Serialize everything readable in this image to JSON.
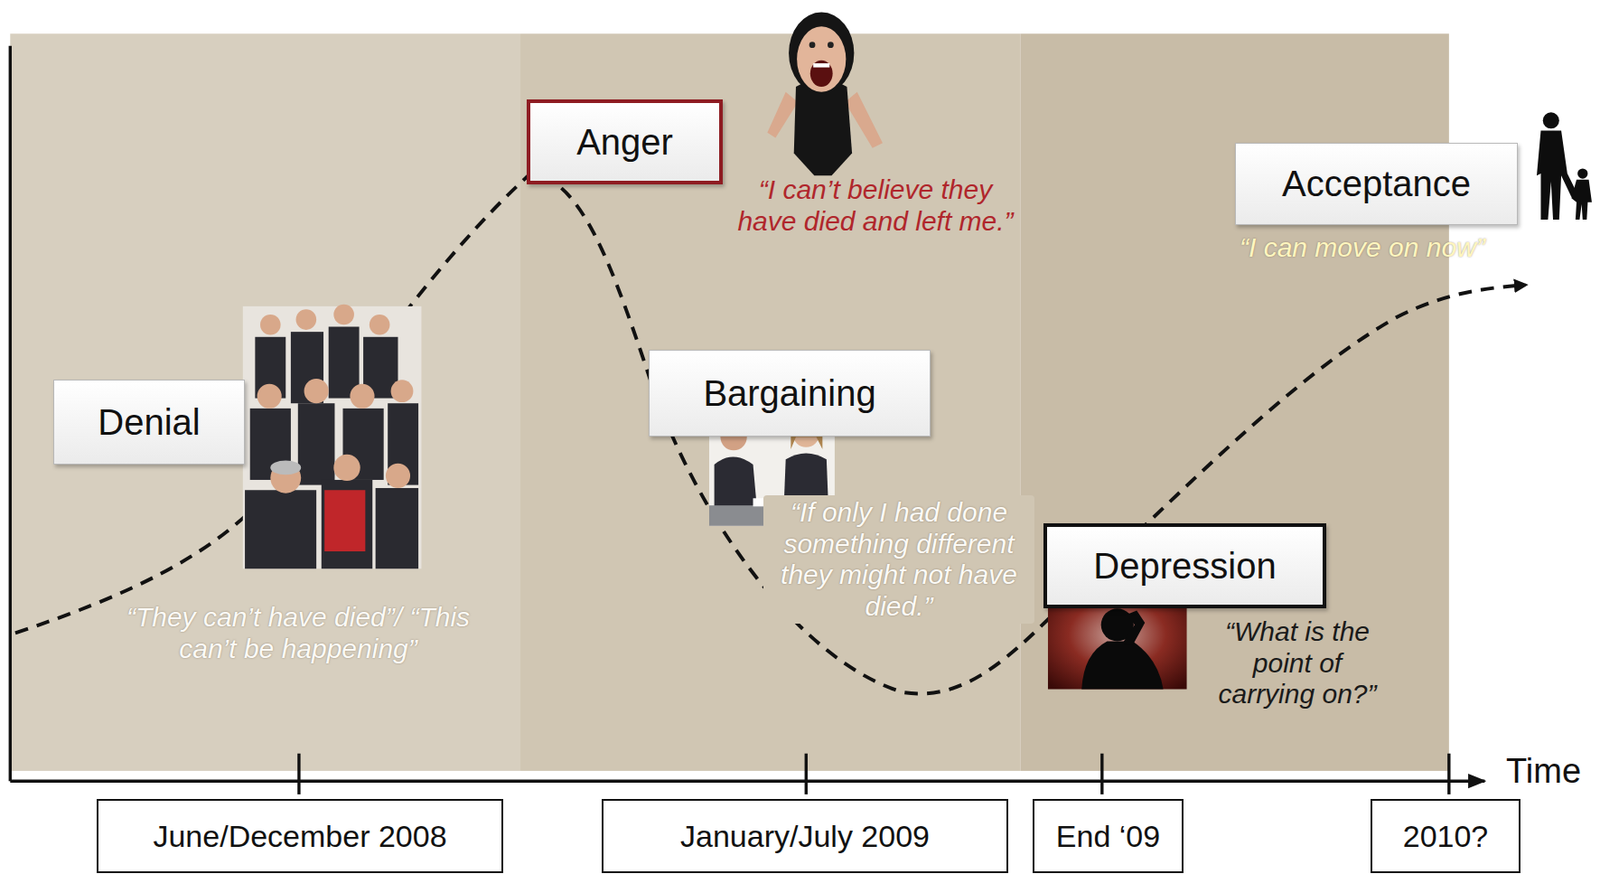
{
  "diagram": {
    "nodes": [
      {
        "text": [
          "Denial"
        ]
      },
      {
        "text": [
          "Anger"
        ]
      },
      {
        "text": [
          "Bargaining"
        ]
      },
      {
        "text": [
          "Depression"
        ]
      },
      {
        "text": [
          "Acceptance"
        ]
      },
      {
        "text": [
          "June/December 2008"
        ]
      },
      {
        "text": [
          "January/July 2009"
        ]
      },
      {
        "text": [
          "End ‘09"
        ]
      },
      {
        "text": [
          "2010?"
        ]
      }
    ],
    "labels": [
      "“They can’t have died”/ “This can’t be happening”",
      "“I can’t believe they have died and left me.”",
      "“If only I had done something different they might not have died.”",
      "“What is the point of carrying on?”",
      "“I can move on now”",
      "Time"
    ]
  }
}
